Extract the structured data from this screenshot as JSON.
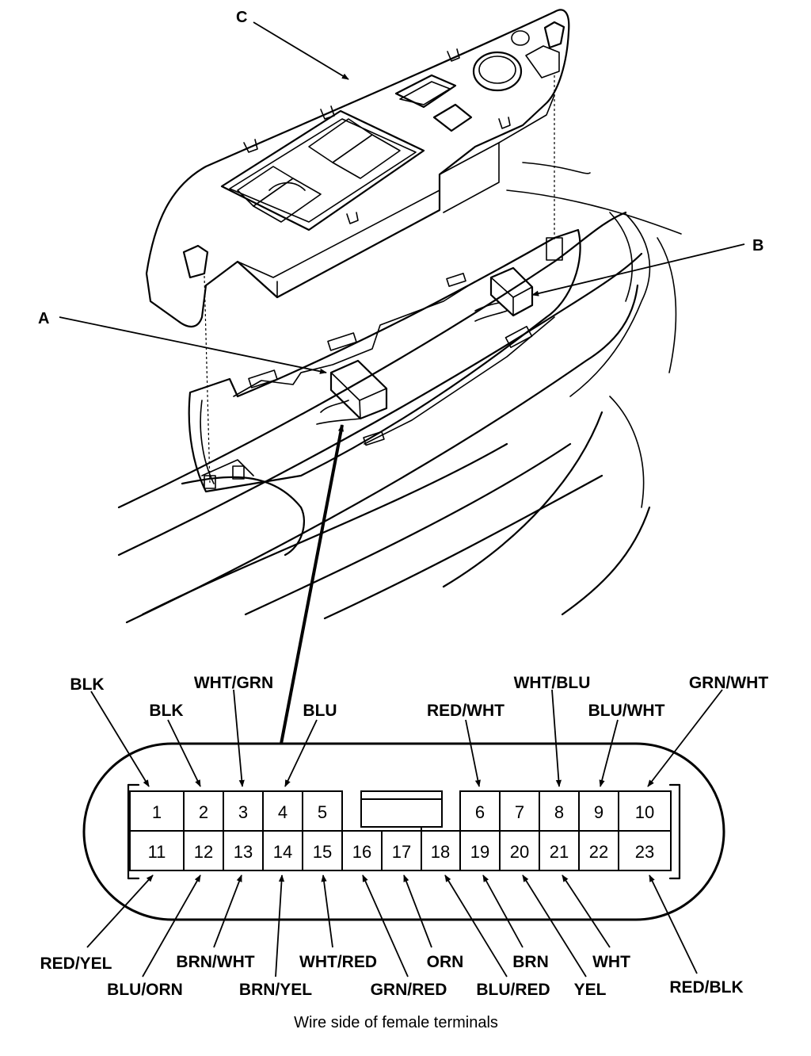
{
  "callouts": {
    "a": "A",
    "b": "B",
    "c": "C"
  },
  "connector": {
    "top_row": [
      "1",
      "2",
      "3",
      "4",
      "5",
      "6",
      "7",
      "8",
      "9",
      "10"
    ],
    "bottom_row": [
      "11",
      "12",
      "13",
      "14",
      "15",
      "16",
      "17",
      "18",
      "19",
      "20",
      "21",
      "22",
      "23"
    ]
  },
  "wire_labels_top": [
    "BLK",
    "BLK",
    "WHT/GRN",
    "BLU",
    "RED/WHT",
    "WHT/BLU",
    "BLU/WHT",
    "GRN/WHT"
  ],
  "wire_labels_bottom": [
    "RED/YEL",
    "BLU/ORN",
    "BRN/WHT",
    "BRN/YEL",
    "WHT/RED",
    "GRN/RED",
    "ORN",
    "BLU/RED",
    "BRN",
    "YEL",
    "WHT",
    "RED/BLK"
  ],
  "caption": "Wire side of female terminals"
}
